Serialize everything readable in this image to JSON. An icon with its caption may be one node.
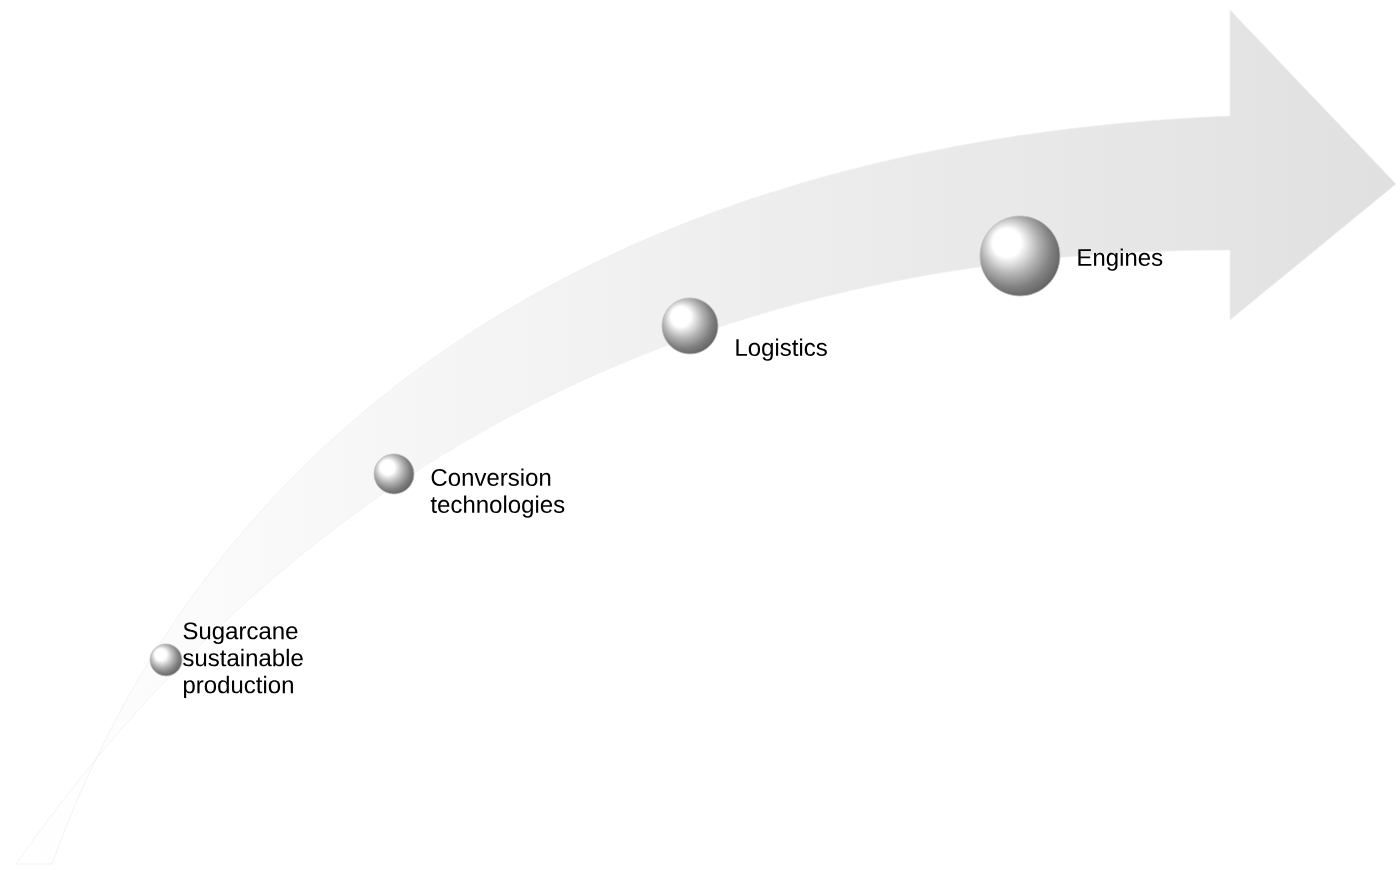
{
  "diagram": {
    "nodes": [
      {
        "text": [
          "Sugarcane sustainable production"
        ]
      },
      {
        "text": [
          "Conversion technologies"
        ]
      },
      {
        "text": [
          "Logistics"
        ]
      },
      {
        "text": [
          "Engines"
        ]
      }
    ]
  }
}
